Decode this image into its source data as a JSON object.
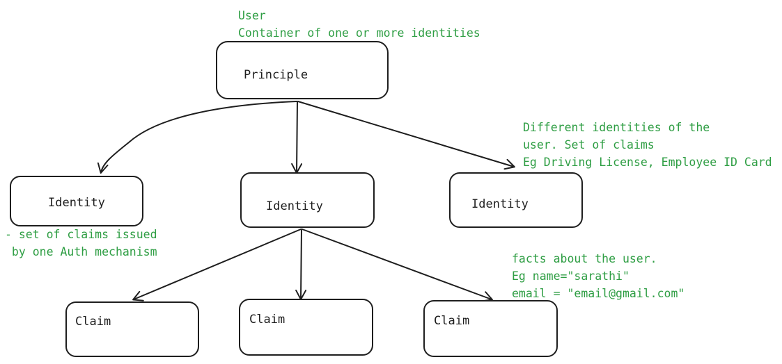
{
  "nodes": {
    "principle": {
      "label": "Principle"
    },
    "identity_left": {
      "label": "Identity"
    },
    "identity_center": {
      "label": "Identity"
    },
    "identity_right": {
      "label": "Identity"
    },
    "claim_left": {
      "label": "Claim"
    },
    "claim_center": {
      "label": "Claim"
    },
    "claim_right": {
      "label": "Claim"
    }
  },
  "annotations": {
    "principle_note": [
      "User",
      "Container of one or more identities"
    ],
    "identities_note": [
      "Different identities of the",
      "user. Set of claims",
      "Eg Driving License, Employee ID Card"
    ],
    "identity_note": [
      "- set of claims issued",
      " by one Auth mechanism"
    ],
    "claims_note": [
      "facts about the user.",
      "Eg name=\"sarathi\"",
      "email = \"email@gmail.com\""
    ]
  },
  "colors": {
    "stroke": "#1e1e1e",
    "annotation": "#2f9e44",
    "background": "#ffffff"
  }
}
